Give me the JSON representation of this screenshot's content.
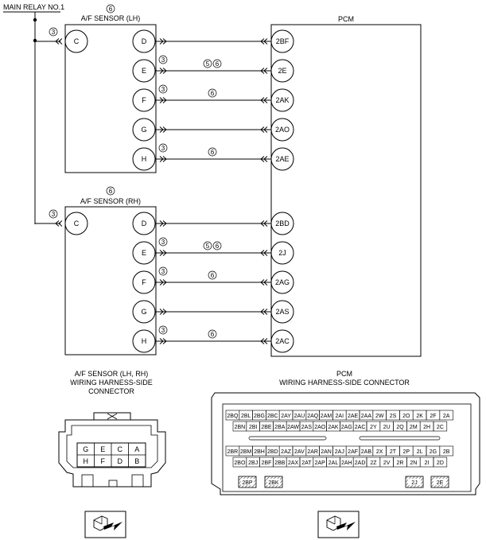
{
  "labels": {
    "main_relay": "MAIN RELAY NO.1",
    "pcm": "PCM",
    "sensor_lh": "A/F SENSOR (LH)",
    "sensor_rh": "A/F SENSOR (RH)",
    "sensor_connector_title": [
      "A/F SENSOR (LH, RH)",
      "WIRING HARNESS-SIDE",
      "CONNECTOR"
    ],
    "pcm_connector_title": [
      "PCM",
      "WIRING HARNESS-SIDE CONNECTOR"
    ],
    "note_3": "3",
    "note_5": "5",
    "note_6": "6"
  },
  "sensor_lh": {
    "pins": [
      "C",
      "D",
      "E",
      "F",
      "G",
      "H"
    ],
    "wires": [
      {
        "pin": "D",
        "pcm": "2BF",
        "notes": []
      },
      {
        "pin": "E",
        "pcm": "2E",
        "notes": [
          "5",
          "6"
        ]
      },
      {
        "pin": "F",
        "pcm": "2AK",
        "notes": [
          "6"
        ]
      },
      {
        "pin": "G",
        "pcm": "2AO",
        "notes": []
      },
      {
        "pin": "H",
        "pcm": "2AE",
        "notes": [
          "6"
        ]
      }
    ]
  },
  "sensor_rh": {
    "pins": [
      "C",
      "D",
      "E",
      "F",
      "G",
      "H"
    ],
    "wires": [
      {
        "pin": "D",
        "pcm": "2BD",
        "notes": []
      },
      {
        "pin": "E",
        "pcm": "2J",
        "notes": [
          "5",
          "6"
        ]
      },
      {
        "pin": "F",
        "pcm": "2AG",
        "notes": [
          "6"
        ]
      },
      {
        "pin": "G",
        "pcm": "2AS",
        "notes": []
      },
      {
        "pin": "H",
        "pcm": "2AC",
        "notes": [
          "6"
        ]
      }
    ]
  },
  "sensor_connector_pins": {
    "top": [
      "G",
      "E",
      "C",
      "A"
    ],
    "bottom": [
      "H",
      "F",
      "D",
      "B"
    ]
  },
  "pcm_connector": {
    "row1": [
      "2BQ",
      "2BL",
      "2BG",
      "2BC",
      "2AY",
      "2AU",
      "2AQ",
      "2AM",
      "2AI",
      "2AE",
      "2AA",
      "2W",
      "2S",
      "2O",
      "2K",
      "2F",
      "2A"
    ],
    "row2": [
      "2BN",
      "2BI",
      "2BE",
      "2BA",
      "2AW",
      "2AS",
      "2AO",
      "2AK",
      "2AG",
      "2AC",
      "2Y",
      "2U",
      "2Q",
      "2M",
      "2H",
      "2C"
    ],
    "row3": [
      "2BR",
      "2BM",
      "2BH",
      "2BD",
      "2AZ",
      "2AV",
      "2AR",
      "2AN",
      "2AJ",
      "2AF",
      "2AB",
      "2X",
      "2T",
      "2P",
      "2L",
      "2G",
      "2B"
    ],
    "row4": [
      "2BO",
      "2BJ",
      "2BF",
      "2BB",
      "2AX",
      "2AT",
      "2AP",
      "2AL",
      "2AH",
      "2AD",
      "2Z",
      "2V",
      "2R",
      "2N",
      "2I",
      "2D"
    ],
    "highlighted": [
      "2BP",
      "2BK",
      "2J",
      "2E"
    ]
  }
}
